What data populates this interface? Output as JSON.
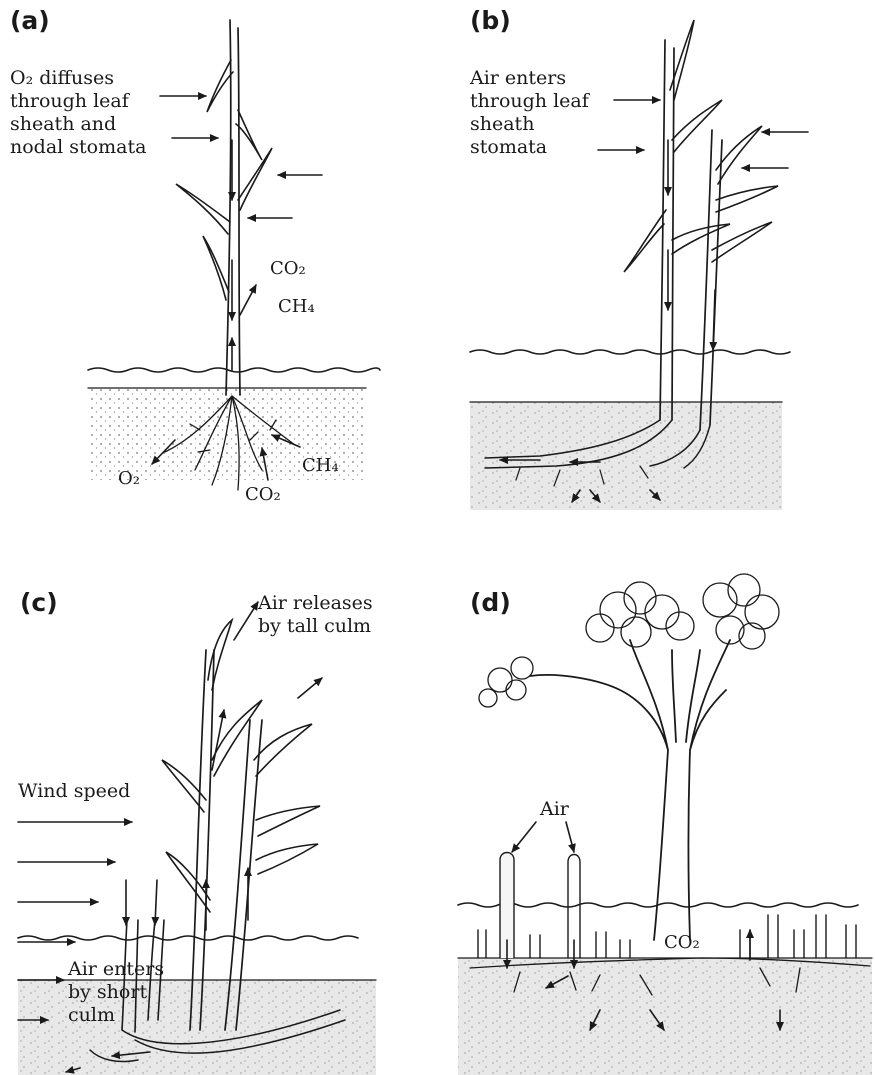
{
  "panels": {
    "a": {
      "label": "(a)",
      "note_lines": [
        "O₂ diffuses",
        "through leaf",
        "sheath and",
        "nodal stomata"
      ],
      "gas_up_1": "CO₂",
      "gas_up_2": "CH₄",
      "gas_soil_left": "O₂",
      "gas_soil_mid": "CO₂",
      "gas_soil_right": "CH₄"
    },
    "b": {
      "label": "(b)",
      "note_lines": [
        "Air enters",
        "through leaf",
        "sheath",
        "stomata"
      ]
    },
    "c": {
      "label": "(c)",
      "wind_label": "Wind speed",
      "release_lines": [
        "Air releases",
        "by tall culm"
      ],
      "enter_lines": [
        "Air enters",
        "by short",
        "culm"
      ]
    },
    "d": {
      "label": "(d)",
      "air_label": "Air",
      "gas_label": "CO₂"
    }
  },
  "colors": {
    "ink": "#1a1a1a",
    "soil": "#e6e6e6",
    "background": "#ffffff"
  }
}
